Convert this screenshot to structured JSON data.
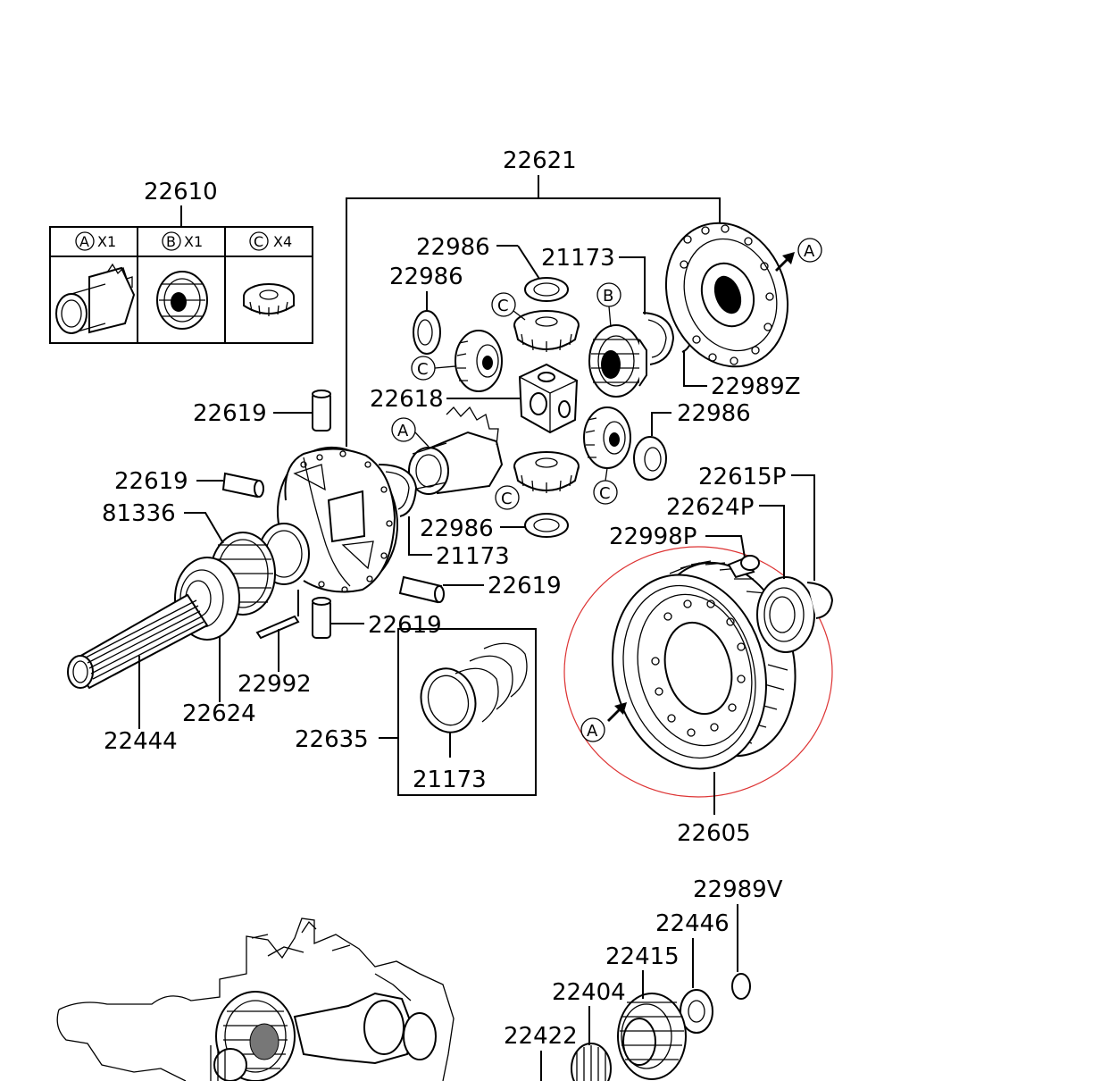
{
  "labels": {
    "p22621": "22621",
    "p22610": "22610",
    "p22986_a": "22986",
    "p22986_b": "22986",
    "p22986_c": "22986",
    "p22986_d": "22986",
    "p21173_a": "21173",
    "p21173_b": "21173",
    "p21173_c": "21173",
    "p22989Z": "22989Z",
    "p22618": "22618",
    "p22619_a": "22619",
    "p22619_b": "22619",
    "p22619_c": "22619",
    "p22619_d": "22619",
    "p81336": "81336",
    "p22615P": "22615P",
    "p22624P": "22624P",
    "p22998P": "22998P",
    "p22992": "22992",
    "p22624": "22624",
    "p22444": "22444",
    "p22635": "22635",
    "p22605": "22605",
    "p22989V": "22989V",
    "p22446": "22446",
    "p22415": "22415",
    "p22404": "22404",
    "p22422": "22422"
  },
  "kit_table": {
    "col_a_letter": "A",
    "col_a_qty": "X1",
    "col_b_letter": "B",
    "col_b_qty": "X1",
    "col_c_letter": "C",
    "col_c_qty": "X4"
  },
  "callouts": {
    "a1": "A",
    "a2": "A",
    "a3": "A",
    "b1": "B",
    "c1": "C",
    "c2": "C",
    "c3": "C",
    "c4": "C"
  }
}
